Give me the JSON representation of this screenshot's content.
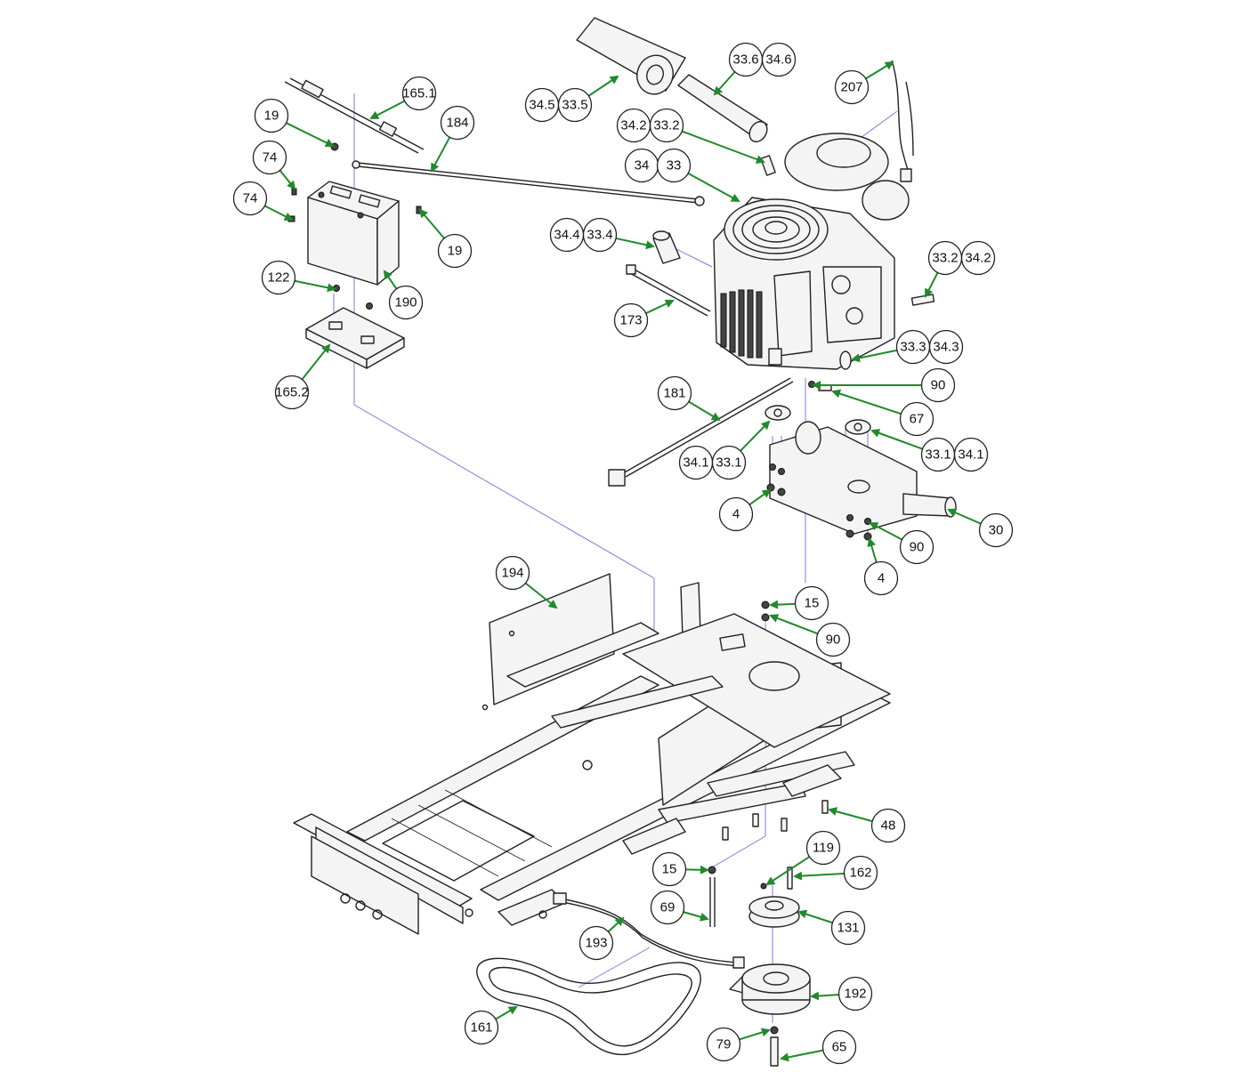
{
  "diagram": {
    "type": "exploded-parts-diagram",
    "leader_color": "#1f8a2a",
    "guide_color": "#7b7bd6",
    "callouts": [
      {
        "id": "c-165-1",
        "labels": [
          "165.1"
        ]
      },
      {
        "id": "c-184",
        "labels": [
          "184"
        ]
      },
      {
        "id": "c-19-a",
        "labels": [
          "19"
        ]
      },
      {
        "id": "c-74-a",
        "labels": [
          "74"
        ]
      },
      {
        "id": "c-74-b",
        "labels": [
          "74"
        ]
      },
      {
        "id": "c-19-b",
        "labels": [
          "19"
        ]
      },
      {
        "id": "c-122",
        "labels": [
          "122"
        ]
      },
      {
        "id": "c-190",
        "labels": [
          "190"
        ]
      },
      {
        "id": "c-165-2",
        "labels": [
          "165.2"
        ]
      },
      {
        "id": "c-34-5",
        "labels": [
          "34.5",
          "33.5"
        ]
      },
      {
        "id": "c-33-6",
        "labels": [
          "33.6",
          "34.6"
        ]
      },
      {
        "id": "c-207",
        "labels": [
          "207"
        ]
      },
      {
        "id": "c-34-2-top",
        "labels": [
          "34.2",
          "33.2"
        ]
      },
      {
        "id": "c-34",
        "labels": [
          "34",
          "33"
        ]
      },
      {
        "id": "c-34-4",
        "labels": [
          "34.4",
          "33.4"
        ]
      },
      {
        "id": "c-33-2-right",
        "labels": [
          "33.2",
          "34.2"
        ]
      },
      {
        "id": "c-173",
        "labels": [
          "173"
        ]
      },
      {
        "id": "c-33-3",
        "labels": [
          "33.3",
          "34.3"
        ]
      },
      {
        "id": "c-181",
        "labels": [
          "181"
        ]
      },
      {
        "id": "c-90-a",
        "labels": [
          "90"
        ]
      },
      {
        "id": "c-67",
        "labels": [
          "67"
        ]
      },
      {
        "id": "c-34-1-left",
        "labels": [
          "34.1",
          "33.1"
        ]
      },
      {
        "id": "c-33-1-right",
        "labels": [
          "33.1",
          "34.1"
        ]
      },
      {
        "id": "c-4-a",
        "labels": [
          "4"
        ]
      },
      {
        "id": "c-30",
        "labels": [
          "30"
        ]
      },
      {
        "id": "c-90-b",
        "labels": [
          "90"
        ]
      },
      {
        "id": "c-4-b",
        "labels": [
          "4"
        ]
      },
      {
        "id": "c-194",
        "labels": [
          "194"
        ]
      },
      {
        "id": "c-15-a",
        "labels": [
          "15"
        ]
      },
      {
        "id": "c-90-c",
        "labels": [
          "90"
        ]
      },
      {
        "id": "c-48",
        "labels": [
          "48"
        ]
      },
      {
        "id": "c-119",
        "labels": [
          "119"
        ]
      },
      {
        "id": "c-15-b",
        "labels": [
          "15"
        ]
      },
      {
        "id": "c-162",
        "labels": [
          "162"
        ]
      },
      {
        "id": "c-69",
        "labels": [
          "69"
        ]
      },
      {
        "id": "c-131",
        "labels": [
          "131"
        ]
      },
      {
        "id": "c-193",
        "labels": [
          "193"
        ]
      },
      {
        "id": "c-192",
        "labels": [
          "192"
        ]
      },
      {
        "id": "c-161",
        "labels": [
          "161"
        ]
      },
      {
        "id": "c-79",
        "labels": [
          "79"
        ]
      },
      {
        "id": "c-65",
        "labels": [
          "65"
        ]
      }
    ]
  }
}
